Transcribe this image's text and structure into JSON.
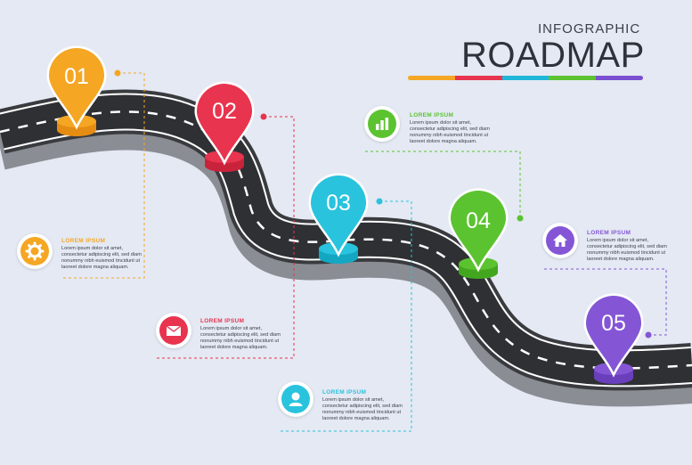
{
  "header": {
    "subtitle": "INFOGRAPHIC",
    "title": "ROADMAP"
  },
  "title_bar_colors": [
    "#f5a623",
    "#e8344e",
    "#1fb6d9",
    "#5bc330",
    "#7b4fd1"
  ],
  "milestones": [
    {
      "number": "01",
      "color": "#f5a623",
      "color_dark": "#e58d12"
    },
    {
      "number": "02",
      "color": "#e8344e",
      "color_dark": "#c9233b"
    },
    {
      "number": "03",
      "color": "#29c3de",
      "color_dark": "#14a7c2"
    },
    {
      "number": "04",
      "color": "#5bc330",
      "color_dark": "#43a61f"
    },
    {
      "number": "05",
      "color": "#8456d6",
      "color_dark": "#6a3fbb"
    }
  ],
  "info_blocks": [
    {
      "icon": "gear-icon",
      "color": "#f5a623",
      "title": "LOREM IPSUM",
      "lines": [
        "Lorem ipsum dolor sit amet,",
        "consectetur adipiscing elit, sed diam",
        "nonummy nibh euismod tincidunt ut",
        "laoreet dolore magna aliquam."
      ]
    },
    {
      "icon": "mail-icon",
      "color": "#e8344e",
      "title": "LOREM IPSUM",
      "lines": [
        "Lorem ipsum dolor sit amet,",
        "consectetur adipiscing elit, sed diam",
        "nonummy nibh euismod tincidunt ut",
        "laoreet dolore magna aliquam."
      ]
    },
    {
      "icon": "user-icon",
      "color": "#29c3de",
      "title": "LOREM IPSUM",
      "lines": [
        "Lorem ipsum dolor sit amet,",
        "consectetur adipiscing elit, sed diam",
        "nonummy nibh euismod tincidunt ut",
        "laoreet dolore magna aliquam."
      ]
    },
    {
      "icon": "bar-chart-icon",
      "color": "#5bc330",
      "title": "LOREM IPSUM",
      "lines": [
        "Lorem ipsum dolor sit amet,",
        "consectetur adipiscing elit, sed diam",
        "nonummy nibh euismod tincidunt ut",
        "laoreet dolore magna aliquam."
      ]
    },
    {
      "icon": "home-icon",
      "color": "#8456d6",
      "title": "LOREM IPSUM",
      "lines": [
        "Lorem ipsum dolor sit amet,",
        "consectetur adipiscing elit, sed diam",
        "nonummy nibh euismod tincidunt ut",
        "laoreet dolore magna aliquam."
      ]
    }
  ]
}
